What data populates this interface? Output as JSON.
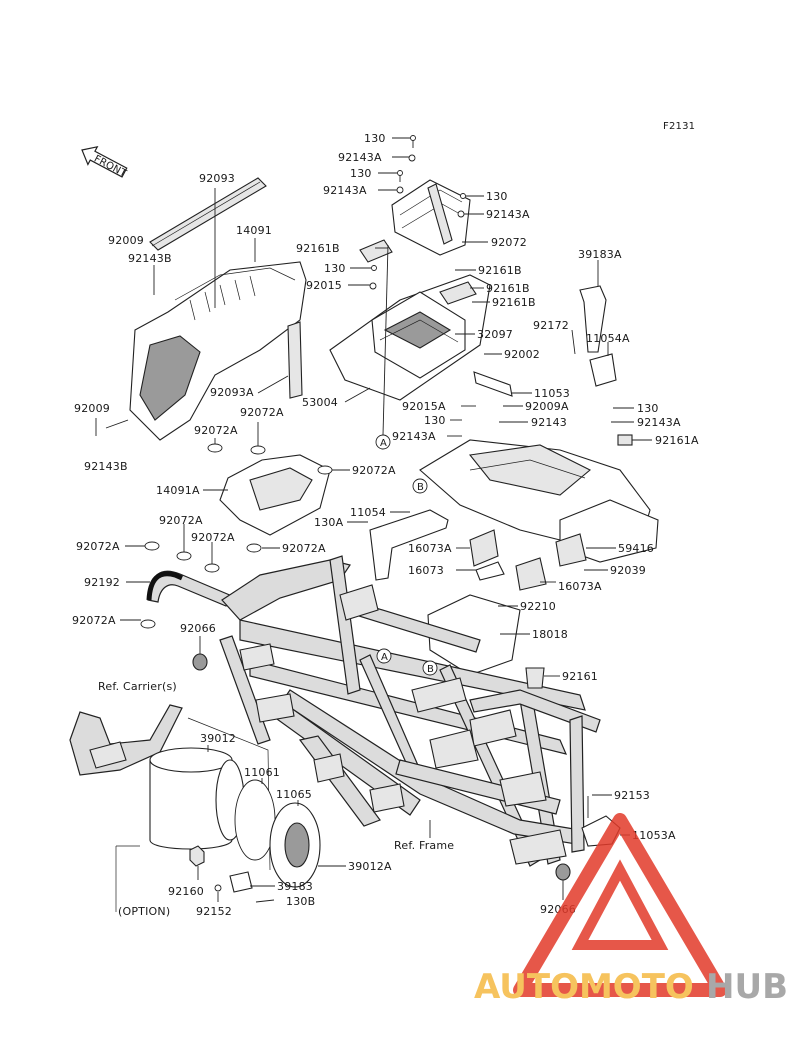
{
  "figure_code": "F2131",
  "front_tag": "FRONT",
  "refs": {
    "carrier": "Ref. Carrier(s)",
    "frame": "Ref. Frame",
    "option": "(OPTION)"
  },
  "markers": {
    "a": "A",
    "b": "B"
  },
  "parts": {
    "p130_1": "130",
    "p92143A_1": "92143A",
    "p130_2": "130",
    "p92143A_2": "92143A",
    "p130_3": "130",
    "p92143A_3": "92143A",
    "p92072": "92072",
    "p92161B_1": "92161B",
    "p130_4": "130",
    "p92015": "92015",
    "p92161B_2": "92161B",
    "p92161B_3": "92161B",
    "p92161B_4": "92161B",
    "p32097": "32097",
    "p92093": "92093",
    "p14091": "14091",
    "p92009_1": "92009",
    "p92143B_1": "92143B",
    "p92093A": "92093A",
    "p53004": "53004",
    "p39183A": "39183A",
    "p92172": "92172",
    "p11054A": "11054A",
    "p92002": "92002",
    "p11053": "11053",
    "p92015A": "92015A",
    "p92009A": "92009A",
    "p130_5": "130",
    "p92143_1": "92143",
    "p130_6": "130",
    "p92143A_4": "92143A",
    "p92143A_5": "92143A",
    "p92161A": "92161A",
    "p92009_2": "92009",
    "p92143B_2": "92143B",
    "p92072A_1": "92072A",
    "p92072A_2": "92072A",
    "p92072A_3": "92072A",
    "p14091A": "14091A",
    "p11054": "11054",
    "p130A": "130A",
    "p92072A_4": "92072A",
    "p92072A_5": "92072A",
    "p92072A_6": "92072A",
    "p92072A_7": "92072A",
    "p16073A_1": "16073A",
    "p16073": "16073",
    "p59416": "59416",
    "p92039": "92039",
    "p16073A_2": "16073A",
    "p92192": "92192",
    "p92210": "92210",
    "p92072A_8": "92072A",
    "p18018": "18018",
    "p92066_1": "92066",
    "p92161": "92161",
    "p39012": "39012",
    "p11061": "11061",
    "p11065": "11065",
    "p92153": "92153",
    "p11053A": "11053A",
    "p39012A": "39012A",
    "p39183": "39183",
    "p92160": "92160",
    "p130B": "130B",
    "p92152": "92152",
    "p92066_2": "92066"
  },
  "watermark": {
    "part1": "AUTOMOTO",
    "part2": "HUB",
    "color1": "#f5b942",
    "color2": "#9a9a9a",
    "logo_color": "#e23a2a"
  }
}
